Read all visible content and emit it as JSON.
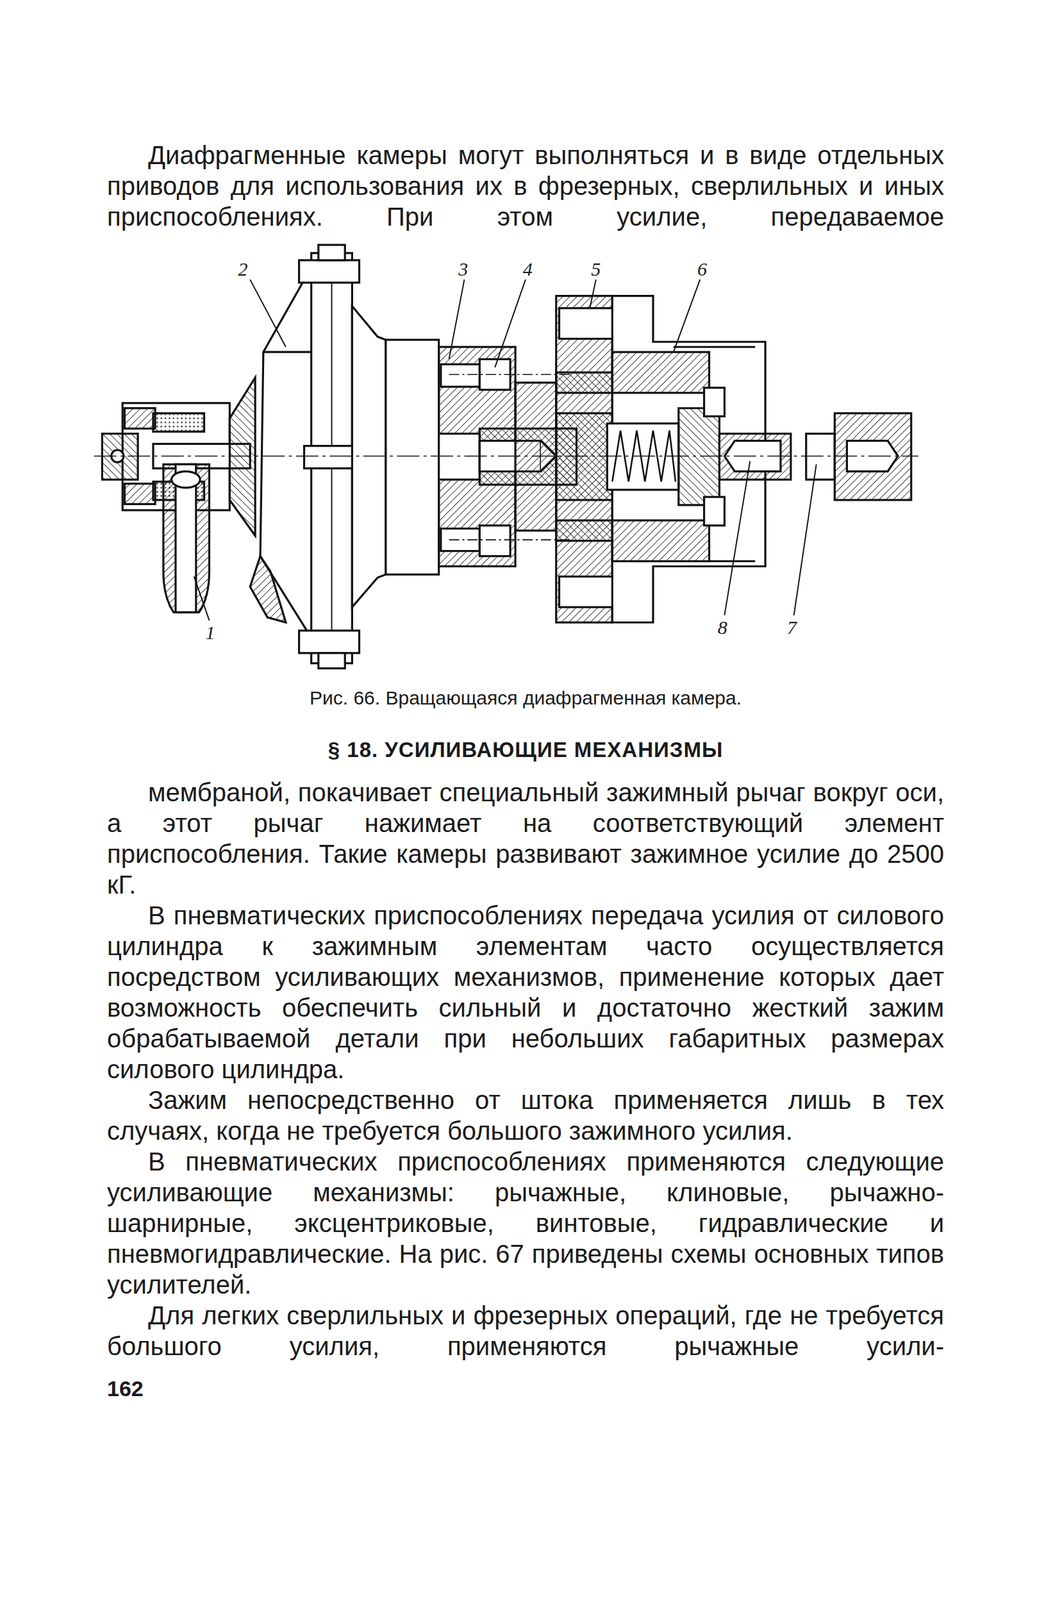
{
  "diagram": {
    "title": "§ 18. УСИЛИВАЮЩИЕ МЕХАНИЗМЫ",
    "caption": "Рис. 66. Вращающаяся диафрагменная камера.",
    "labels": [
      "Диафрагменные камеры могут выполняться и в виде отдельных приводов для использования их в фрезерных, сверлильных и иных приспособлениях. При этом усилие, передаваемое",
      "2",
      "3",
      "4",
      "5",
      "6",
      "1",
      "8",
      "7",
      "мембраной, покачивает специальный зажимный рычаг вокруг оси, а этот рычаг нажимает на соответствующий элемент приспособления. Такие камеры развивают зажимное усилие до 2500 кГ.",
      "В пневматических приспособлениях передача усилия от силового цилиндра к зажимным элементам часто осуществляется посредством усиливающих механизмов, применение которых дает возможность обеспечить сильный и достаточно жесткий зажим обрабатываемой детали при небольших габаритных размерах силового цилиндра.",
      "Зажим непосредственно от штока применяется лишь в тех случаях, когда не требуется большого зажимного усилия.",
      "В пневматических приспособлениях применяются следующие усиливающие механизмы: рычажные, клиновые, рычажно-шарнирные, эксцентриковые, винтовые, гидравлические и пневмогидравлические. На рис. 67 приведены схемы основных типов усилителей.",
      "Для легких сверлильных и фрезерных операций, где не требуется большого усилия, применяются рычажные усили-",
      "162"
    ]
  }
}
